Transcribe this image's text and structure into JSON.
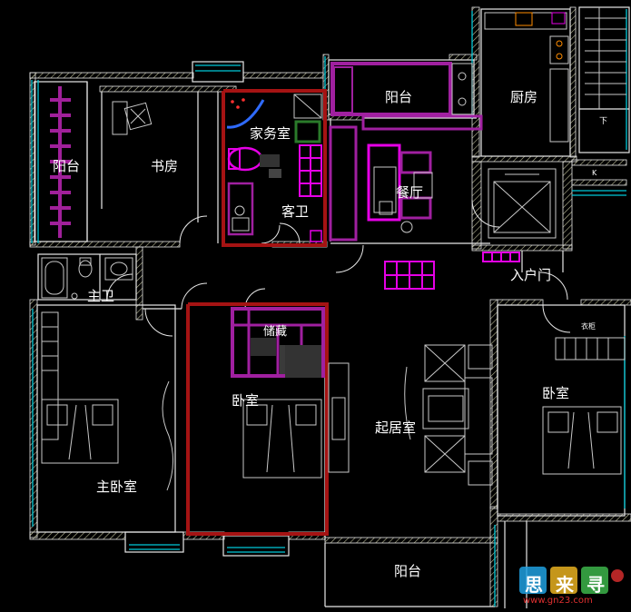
{
  "rooms": {
    "balcony_left": "阳台",
    "study": "书房",
    "utility": "家务室",
    "guest_bath": "客卫",
    "balcony_top": "阳台",
    "kitchen": "厨房",
    "dining": "餐厅",
    "entry": "入户门",
    "master_bath": "主卫",
    "cloakroom": "储藏",
    "bedroom_mid": "卧室",
    "living": "起居室",
    "bedroom_right": "卧室",
    "master_bedroom": "主卧室",
    "balcony_bottom": "阳台"
  },
  "small_text": {
    "stair_arrow": "下",
    "wardrobe_tag": "衣柜",
    "k_tag": "K"
  },
  "watermark": {
    "logo": "思来寻",
    "site": "www.gn23.com"
  },
  "colors": {
    "background": "#000000",
    "wall": "#ffffff",
    "window": "#00c8d8",
    "magenta": "#e600e6",
    "purple": "#9a1b9a",
    "dark_red": "#a01010",
    "blue": "#2f6bff",
    "hatch": "#c8c8a0"
  }
}
